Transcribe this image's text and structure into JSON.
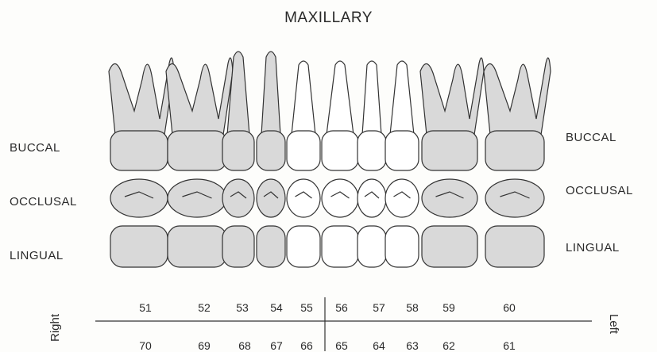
{
  "title": "MAXILLARY",
  "labels": {
    "left": [
      "BUCCAL",
      "OCCLUSAL",
      "LINGUAL"
    ],
    "right": [
      "BUCCAL",
      "OCCLUSAL",
      "LINGUAL"
    ]
  },
  "sides": {
    "right": "Right",
    "left": "Left"
  },
  "upper_numbers": [
    "51",
    "52",
    "53",
    "54",
    "55",
    "56",
    "57",
    "58",
    "59",
    "60"
  ],
  "lower_numbers": [
    "70",
    "69",
    "68",
    "67",
    "66",
    "65",
    "64",
    "63",
    "62",
    "61"
  ],
  "colors": {
    "line": "#333333",
    "shade": "#d9d9d9",
    "paper": "#fdfdfb"
  }
}
